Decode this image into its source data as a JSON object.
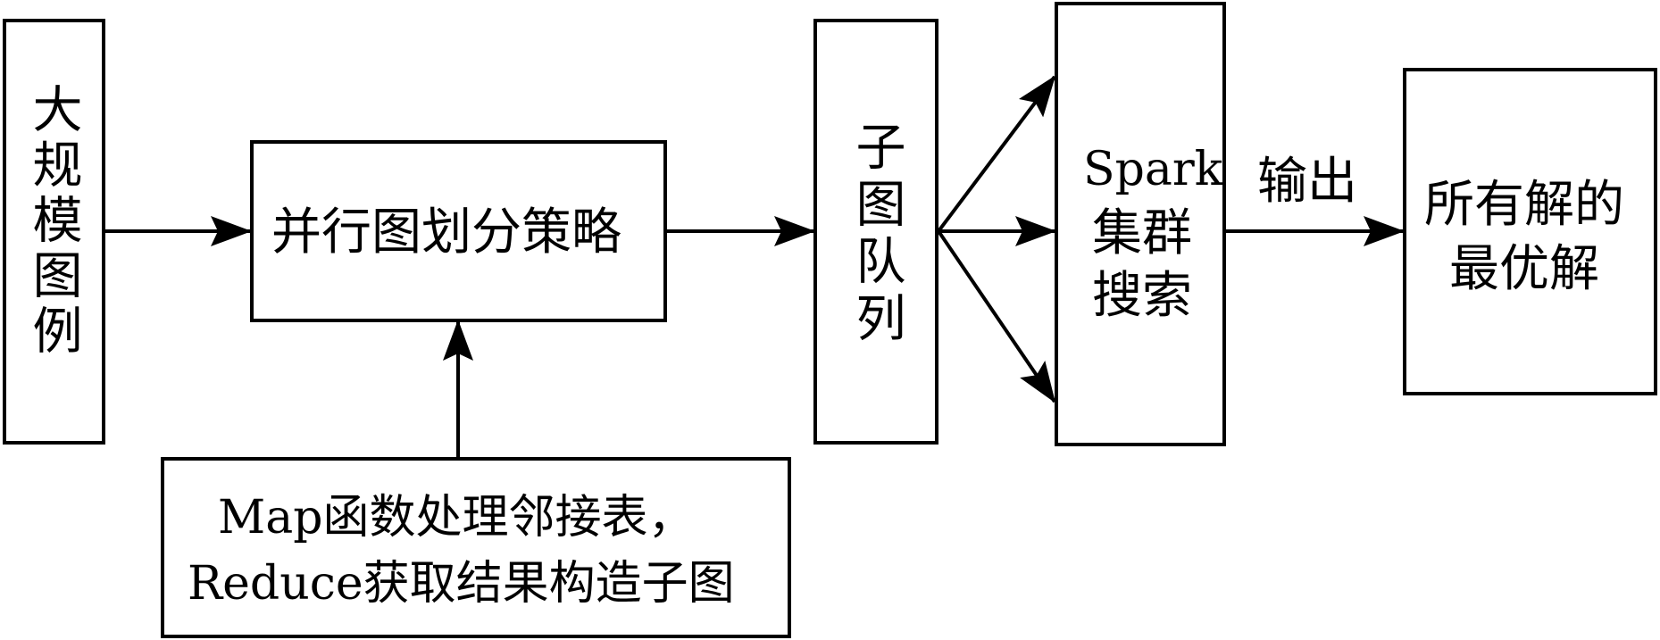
{
  "nodes": {
    "large_graph": {
      "label": "大规模图例"
    },
    "partition": {
      "label": "并行图划分策略"
    },
    "mapreduce": {
      "line1": "Map函数处理邻接表，",
      "line2": "Reduce获取结果构造子图"
    },
    "queue": {
      "label": "子图队列"
    },
    "spark": {
      "line1": "Spark",
      "line2": "集群",
      "line3": "搜索"
    },
    "result": {
      "line1": "所有解的",
      "line2": "最优解"
    }
  },
  "edges": {
    "output_label": "输出"
  }
}
